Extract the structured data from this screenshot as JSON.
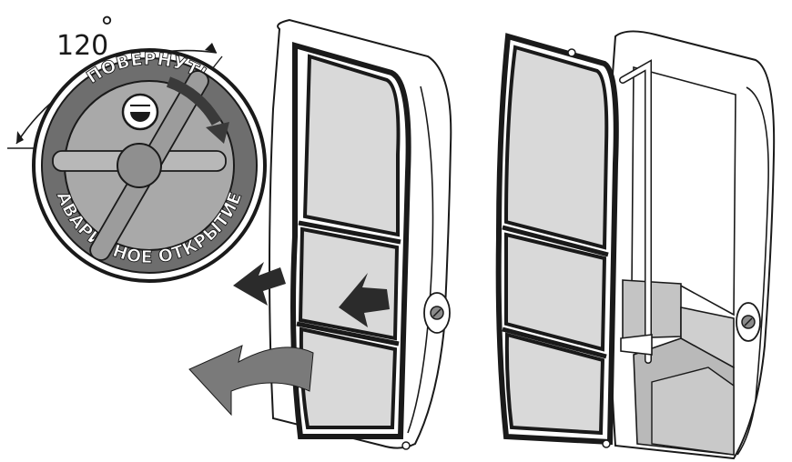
{
  "dial": {
    "angle": "120",
    "angle_unit": "°",
    "top_text": "ПОВЕРНУТЬ",
    "bottom_text": "АВАРИЙНОЕ ОТКРЫТИЕ"
  },
  "colors": {
    "ink": "#1a1a1a",
    "glass": "#d9d9d9",
    "dial_face": "#a9a9a9",
    "handle": "#9c9c9c",
    "ring": "#6e6e6e",
    "arrow_dark": "#2b2b2b",
    "arrow_gray": "#7a7a7a",
    "step": "#c4c4c4"
  },
  "icons": {
    "rotate_arrow": "curved-arrow-icon",
    "push_arrow": "push-arrow-icon",
    "swing_arrow": "swing-arrow-icon",
    "lock": "lock-icon"
  }
}
